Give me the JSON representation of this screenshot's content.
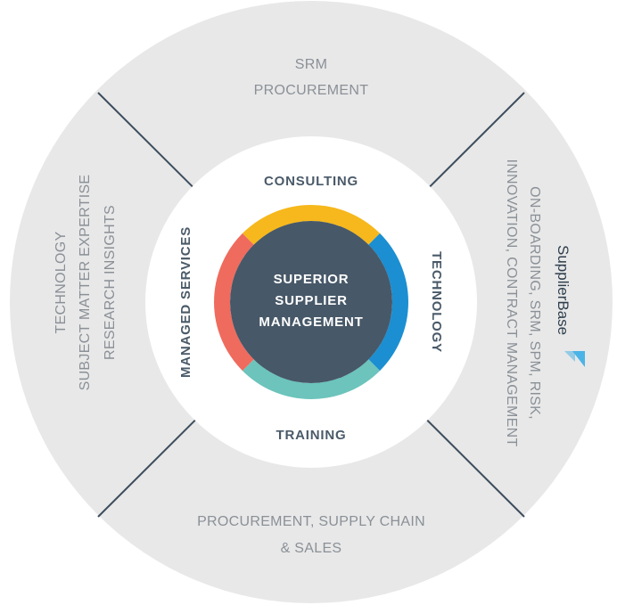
{
  "outer": {
    "top": [
      "SRM",
      "PROCUREMENT"
    ],
    "left": [
      "TECHNOLOGY",
      "SUBJECT MATTER EXPERTISE",
      "RESEARCH INSIGHTS"
    ],
    "bottom": [
      "PROCUREMENT, SUPPLY CHAIN",
      "& SALES"
    ],
    "right": [
      "ON-BOARDING, SRM, SPM, RISK,",
      "INNOVATION, CONTRACT MANAGEMENT"
    ],
    "brand": "SupplierBase"
  },
  "inner": {
    "top": "CONSULTING",
    "left": "MANAGED SERVICES",
    "bottom": "TRAINING",
    "right": "TECHNOLOGY"
  },
  "core": [
    "SUPERIOR",
    "SUPPLIER",
    "MANAGEMENT"
  ],
  "colors": {
    "outer_ring": "#e8e8e8",
    "inner_disc": "#ffffff",
    "core": "#475868",
    "divider": "#3d4d5c",
    "arc_top": "#f6b81c",
    "arc_right": "#1b8fd1",
    "arc_bottom": "#6cc4bc",
    "arc_left": "#ef6b5e",
    "outer_text": "#8a9097",
    "inner_text": "#4a5a69",
    "brand_icon": "#4cb3e6"
  }
}
